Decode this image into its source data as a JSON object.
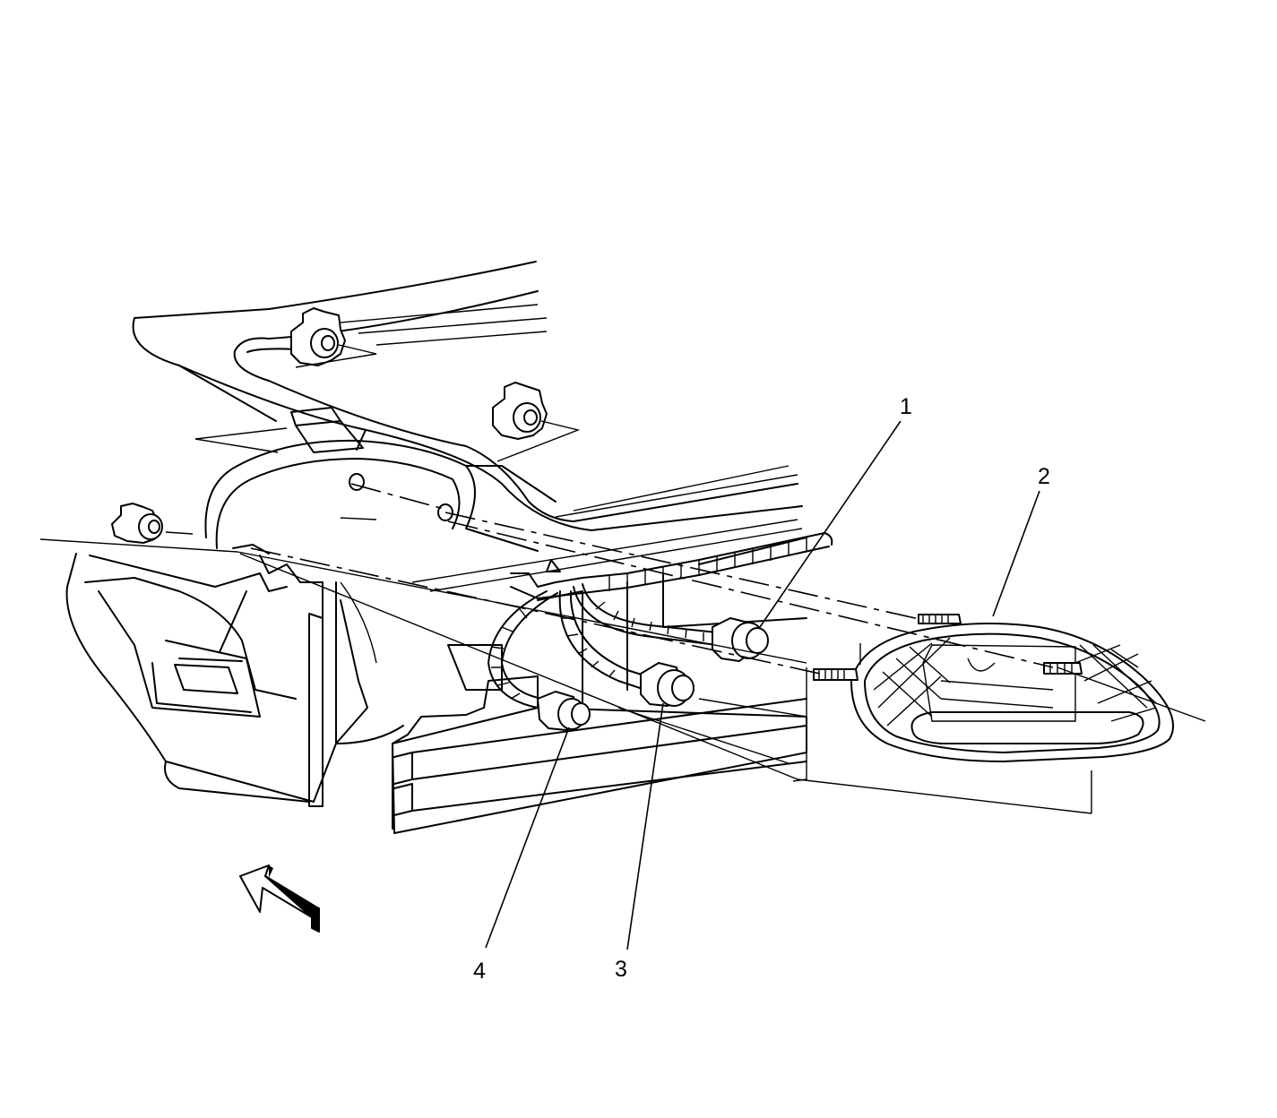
{
  "callouts": [
    {
      "id": "1",
      "label": "1"
    },
    {
      "id": "2",
      "label": "2"
    },
    {
      "id": "3",
      "label": "3"
    },
    {
      "id": "4",
      "label": "4"
    }
  ],
  "icons": {
    "direction_arrow": "front-direction-arrow-icon"
  }
}
